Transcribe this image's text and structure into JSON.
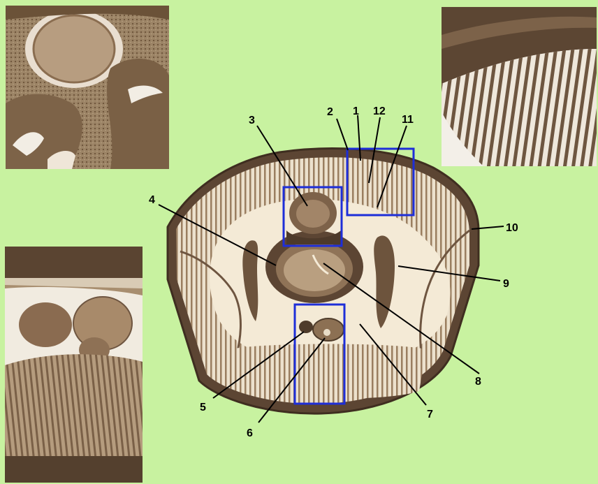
{
  "background_color": "#c8f2a0",
  "highlight_color": "#1e2ed8",
  "tissue_colors": {
    "dark": "#5a4530",
    "mid": "#a58a6a",
    "light": "#e8dcc6"
  },
  "labels": [
    "1",
    "2",
    "3",
    "4",
    "5",
    "6",
    "7",
    "8",
    "9",
    "10",
    "11",
    "12"
  ],
  "insets": [
    {
      "name": "pharynx-region-inset"
    },
    {
      "name": "body-wall-muscle-inset"
    },
    {
      "name": "nerve-cord-region-inset"
    }
  ]
}
